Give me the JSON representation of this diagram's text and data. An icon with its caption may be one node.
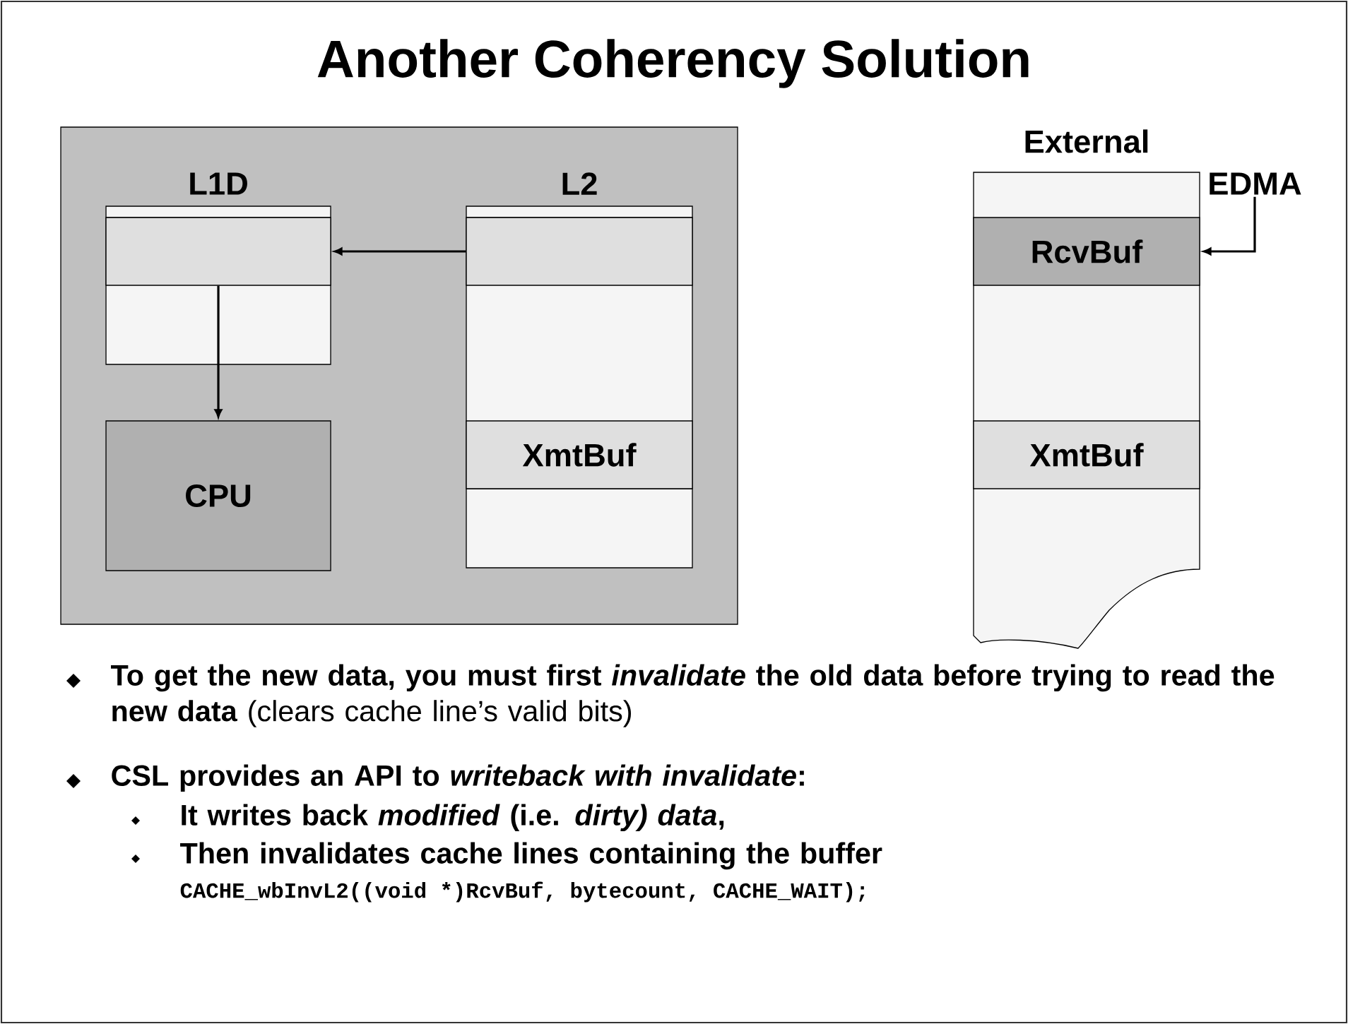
{
  "diagram": {
    "title": "Another Coherency Solution",
    "nodes": [
      {
        "text": [],
        "shape": "box"
      },
      {
        "text": [
          "L1D"
        ],
        "in": 0
      },
      {
        "text": [],
        "shape": "box",
        "in": 1
      },
      {
        "text": [
          "L2"
        ],
        "in": 0
      },
      {
        "text": [],
        "shape": "box",
        "in": 3
      },
      {
        "text": [
          "XmtBuf"
        ],
        "in": 3
      },
      {
        "text": [
          "CPU"
        ],
        "in": 0
      },
      {
        "text": [
          "External"
        ]
      },
      {
        "text": [
          "RcvBuf"
        ],
        "in": 7
      },
      {
        "text": [
          "XmtBuf"
        ],
        "in": 7
      },
      {
        "text": [
          "EDMA"
        ]
      }
    ],
    "edges": [
      {
        "from": 4,
        "to": 2,
        "arrow": "to"
      },
      {
        "from": 2,
        "to": 6,
        "arrow": "to"
      },
      {
        "from": 10,
        "to": 8,
        "arrow": "to"
      }
    ],
    "labels": [
      "**To get the new data, you must first *invalidate* the old data before trying to read the new data** (clears cache line’s valid bits)",
      "**CSL provides an API to *writeback with invalidate*:**",
      "It writes back *modified* (i.e. *dirty)* *data*,",
      "**Then invalidates cache lines containing the buffer**",
      "CACHE_wbInvL2((void *)RcvBuf, bytecount, CACHE_WAIT);"
    ]
  }
}
